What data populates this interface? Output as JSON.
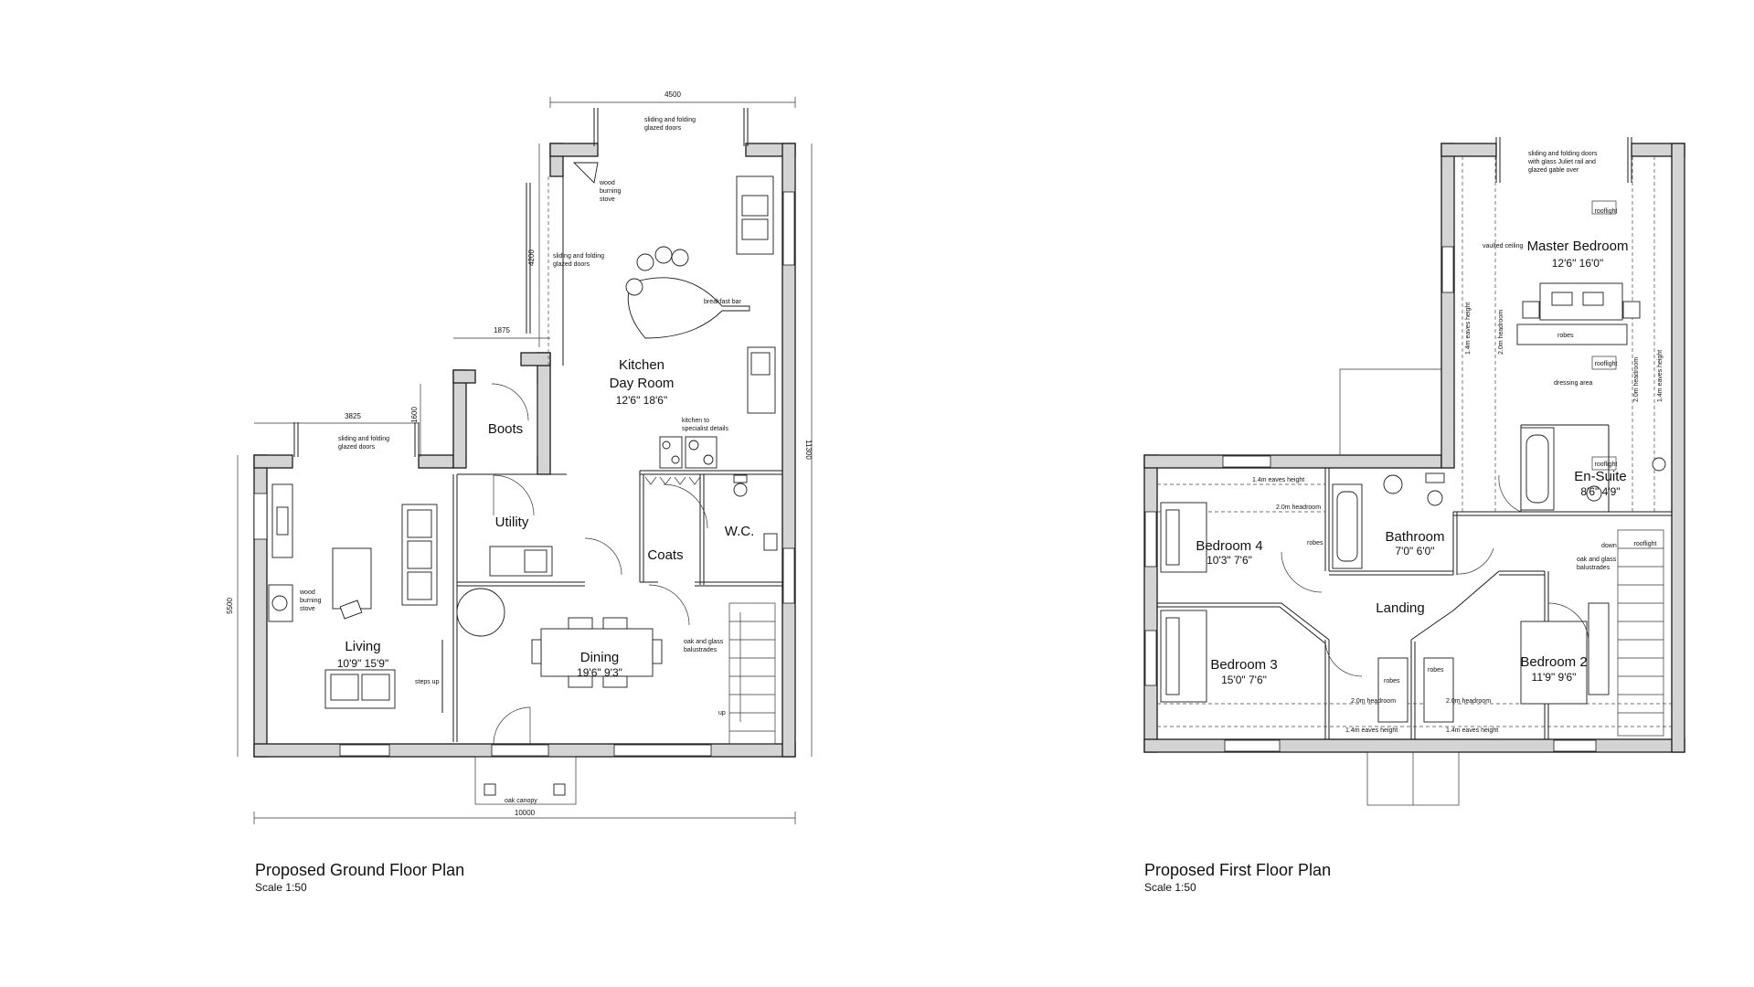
{
  "ground": {
    "title": "Proposed Ground Floor Plan",
    "scale": "Scale 1:50",
    "rooms": {
      "kitchen_l1": "Kitchen",
      "kitchen_l2": "Day Room",
      "kitchen_dim": "12'6\"  18'6\"",
      "boots": "Boots",
      "utility": "Utility",
      "coats": "Coats",
      "wc": "W.C.",
      "living": "Living",
      "living_dim": "10'9\"  15'9\"",
      "dining": "Dining",
      "dining_dim": "19'6\"  9'3\""
    },
    "notes": {
      "doors_top_1": "sliding and folding",
      "doors_top_2": "glazed doors",
      "doors_mid_1": "sliding and folding",
      "doors_mid_2": "glazed doors",
      "doors_left_1": "sliding and folding",
      "doors_left_2": "glazed doors",
      "stove_k_1": "wood",
      "stove_k_2": "burning",
      "stove_k_3": "stove",
      "stove_l_1": "wood",
      "stove_l_2": "burning",
      "stove_l_3": "stove",
      "breakfast": "breakfast bar",
      "kitchen_spec_1": "kitchen to",
      "kitchen_spec_2": "specialist details",
      "oak_1": "oak and glass",
      "oak_2": "balustrades",
      "steps": "steps up",
      "up": "up",
      "canopy": "oak canopy"
    },
    "dims": {
      "top": "4500",
      "v4200": "4200",
      "h1875": "1875",
      "h3825": "3825",
      "v1600": "1600",
      "v11300": "11300",
      "v5500": "5500",
      "bottom": "10000"
    }
  },
  "first": {
    "title": "Proposed First Floor Plan",
    "scale": "Scale 1:50",
    "rooms": {
      "master": "Master Bedroom",
      "master_dim": "12'6\"  16'0\"",
      "ensuite": "En-Suite",
      "ensuite_dim": "8'6\"  4'9\"",
      "bathroom": "Bathroom",
      "bathroom_dim": "7'0\"  6'0\"",
      "bed4": "Bedroom 4",
      "bed4_dim": "10'3\"  7'6\"",
      "bed3": "Bedroom 3",
      "bed3_dim": "15'0\"  7'6\"",
      "bed2": "Bedroom 2",
      "bed2_dim": "11'9\"  9'6\"",
      "landing": "Landing"
    },
    "notes": {
      "juliet_1": "sliding and folding doors",
      "juliet_2": "with glass Juliet rail and",
      "juliet_3": "glazed gable over",
      "rooflight_1": "rooflight",
      "rooflight_2": "rooflight",
      "rooflight_3": "rooflight",
      "rooflight_4": "rooflight",
      "vaulted": "vaulted ceiling",
      "robes_m": "robes",
      "dressing": "dressing area",
      "eaves_14_v": "1.4m eaves height",
      "head_20_v": "2.0m headroom",
      "head_20_v2": "2.0m headroom",
      "eaves_14_v2": "1.4m eaves height",
      "eaves_14_b4": "1.4m eaves height",
      "head_20_b4": "2.0m headroom",
      "robes_b4": "robes",
      "down": "down",
      "oak_1": "oak and glass",
      "oak_2": "balustrades",
      "robes_b3": "robes",
      "robes_b2": "robes",
      "head_20_b3": "2.0m headroom",
      "head_20_b2": "2.0m headroom",
      "eaves_14_b3": "1.4m eaves height",
      "eaves_14_b2": "1.4m eaves height"
    }
  }
}
